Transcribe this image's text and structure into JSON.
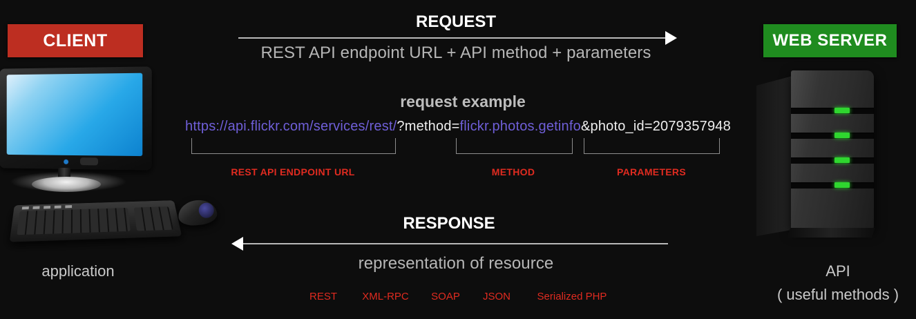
{
  "client": {
    "badge_label": "CLIENT",
    "badge_color": "#bd2e21",
    "caption": "application"
  },
  "server": {
    "badge_label": "WEB SERVER",
    "badge_color": "#1f8c1f",
    "caption": "API",
    "sub_caption": "( useful methods )"
  },
  "request": {
    "title": "REQUEST",
    "subtitle": "REST API endpoint URL + API method + parameters",
    "direction": "client-to-server"
  },
  "response": {
    "title": "RESPONSE",
    "subtitle": "representation of resource",
    "direction": "server-to-client",
    "formats": [
      "REST",
      "XML-RPC",
      "SOAP",
      "JSON",
      "Serialized PHP"
    ],
    "format_color": "#e02b20"
  },
  "example": {
    "title": "request example",
    "url_parts": [
      {
        "text": "https://api.flickr.com/services/rest/",
        "color": "purple"
      },
      {
        "text": "?method=",
        "color": "white"
      },
      {
        "text": "flickr.photos.getinfo",
        "color": "purple"
      },
      {
        "text": "&photo_id=2079357948",
        "color": "white"
      }
    ],
    "full_url": "https://api.flickr.com/services/rest/?method=flickr.photos.getinfo&photo_id=2079357948",
    "annotations": [
      {
        "label": "REST API ENDPOINT URL"
      },
      {
        "label": "METHOD"
      },
      {
        "label": "PARAMETERS"
      }
    ],
    "url_purple": "#6f5fd8",
    "url_white": "#efefef",
    "annotation_color": "#e02b20"
  }
}
